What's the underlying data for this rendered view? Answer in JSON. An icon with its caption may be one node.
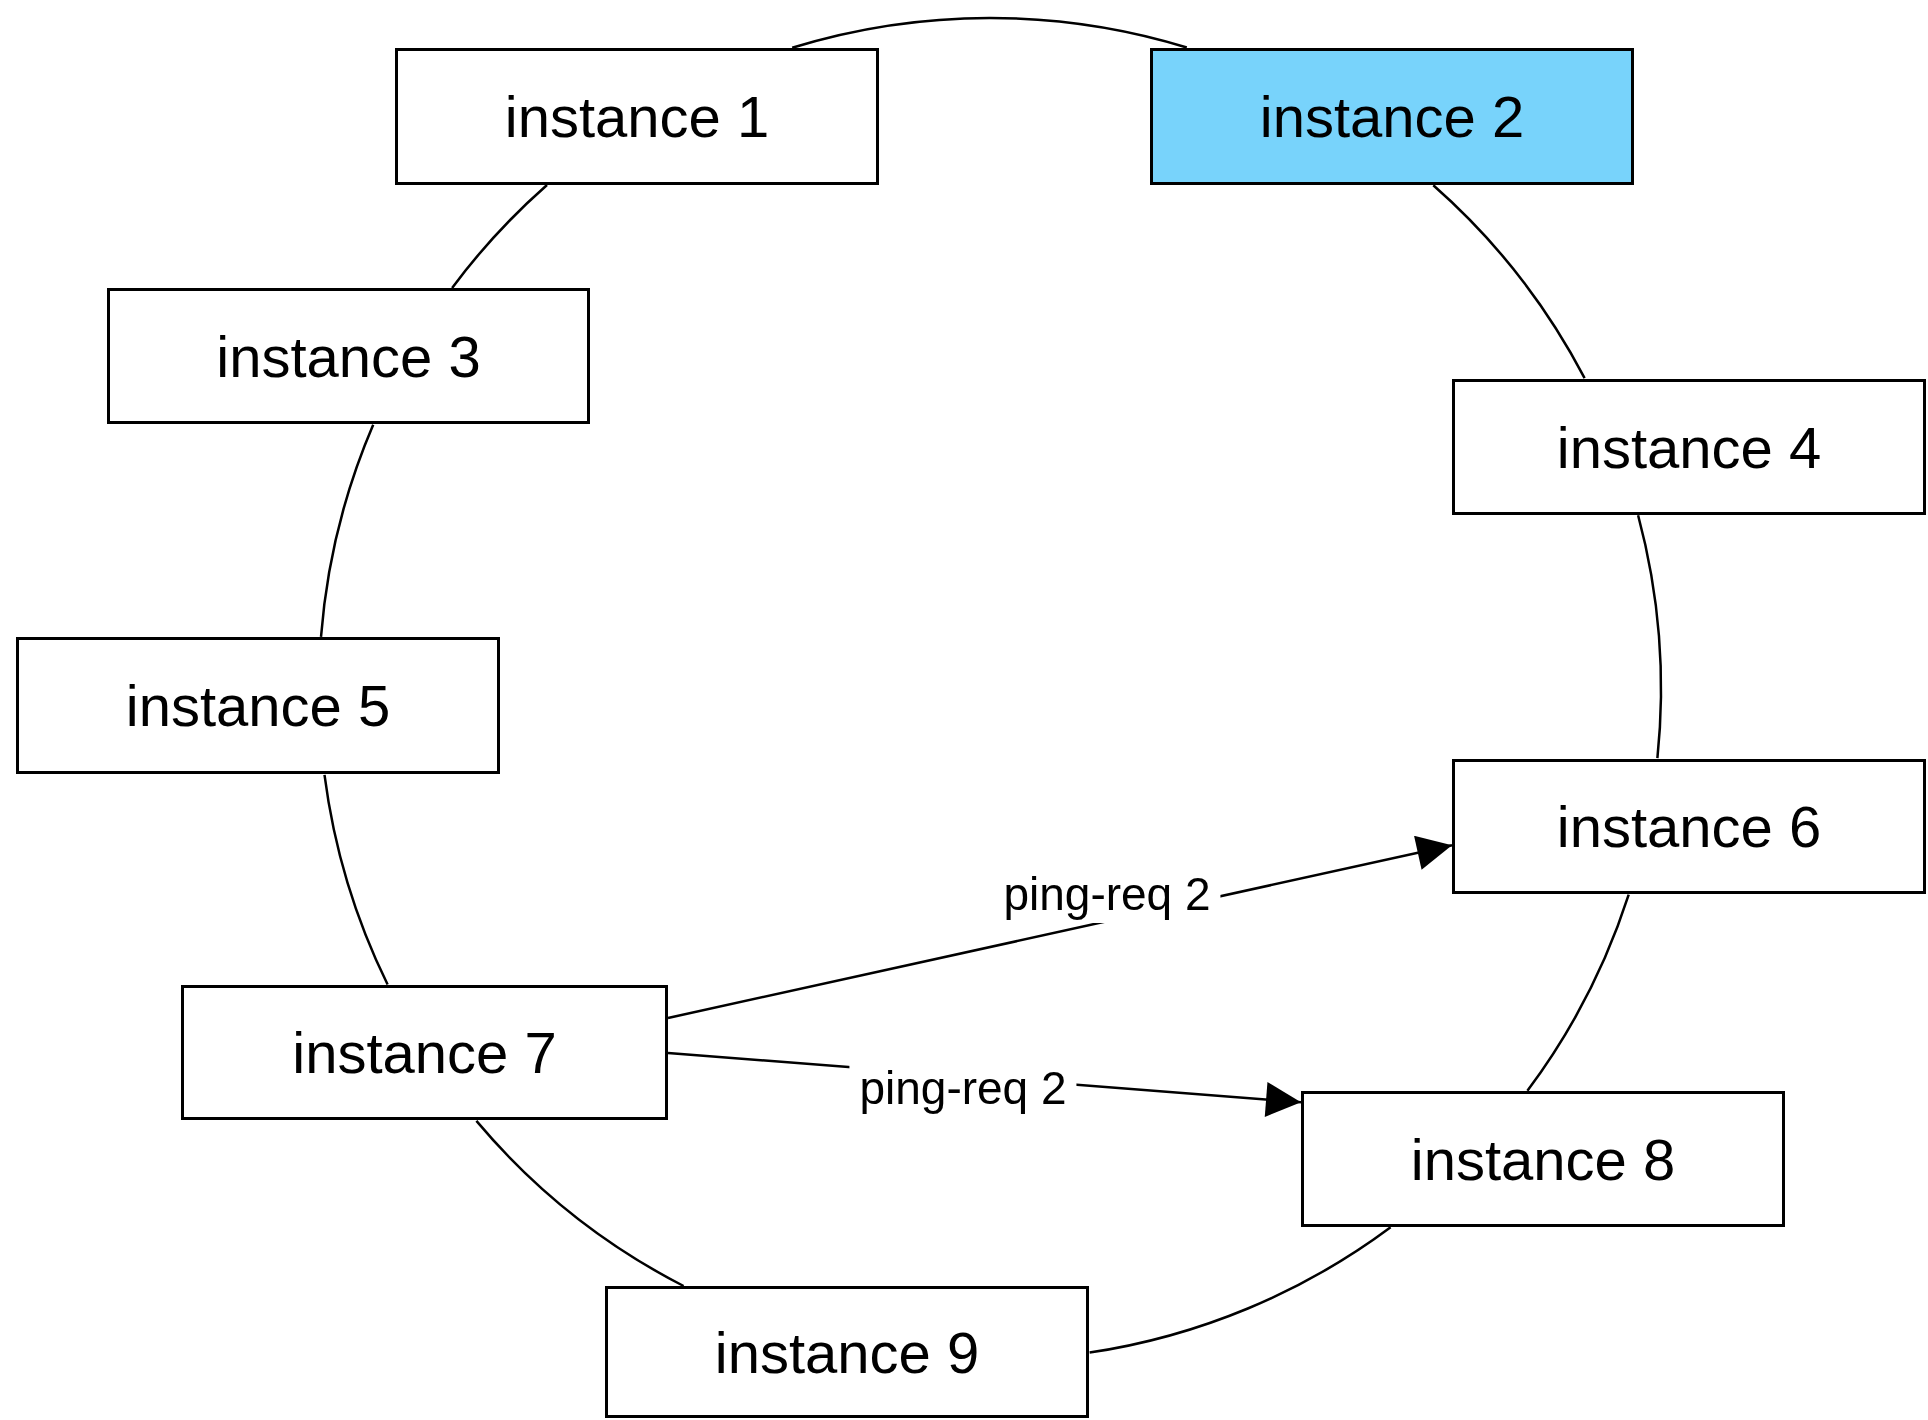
{
  "diagram": {
    "nodes": [
      {
        "text": [
          "instance 1"
        ]
      },
      {
        "text": [
          "instance 2"
        ]
      },
      {
        "text": [
          "instance 3"
        ]
      },
      {
        "text": [
          "instance 4"
        ]
      },
      {
        "text": [
          "instance 5"
        ]
      },
      {
        "text": [
          "instance 6"
        ]
      },
      {
        "text": [
          "instance 7"
        ]
      },
      {
        "text": [
          "instance 8"
        ]
      },
      {
        "text": [
          "instance 9"
        ]
      }
    ],
    "edges": [
      {
        "from": 0,
        "to": 1,
        "arrow": "none"
      },
      {
        "from": 1,
        "to": 3,
        "arrow": "none"
      },
      {
        "from": 3,
        "to": 5,
        "arrow": "none"
      },
      {
        "from": 5,
        "to": 7,
        "arrow": "none"
      },
      {
        "from": 7,
        "to": 8,
        "arrow": "none"
      },
      {
        "from": 8,
        "to": 6,
        "arrow": "none"
      },
      {
        "from": 6,
        "to": 4,
        "arrow": "none"
      },
      {
        "from": 4,
        "to": 2,
        "arrow": "none"
      },
      {
        "from": 2,
        "to": 0,
        "arrow": "none"
      },
      {
        "from": 6,
        "to": 5,
        "arrow": "to",
        "label": "ping-req 2"
      },
      {
        "from": 6,
        "to": 7,
        "arrow": "to",
        "label": "ping-req 2"
      }
    ]
  }
}
